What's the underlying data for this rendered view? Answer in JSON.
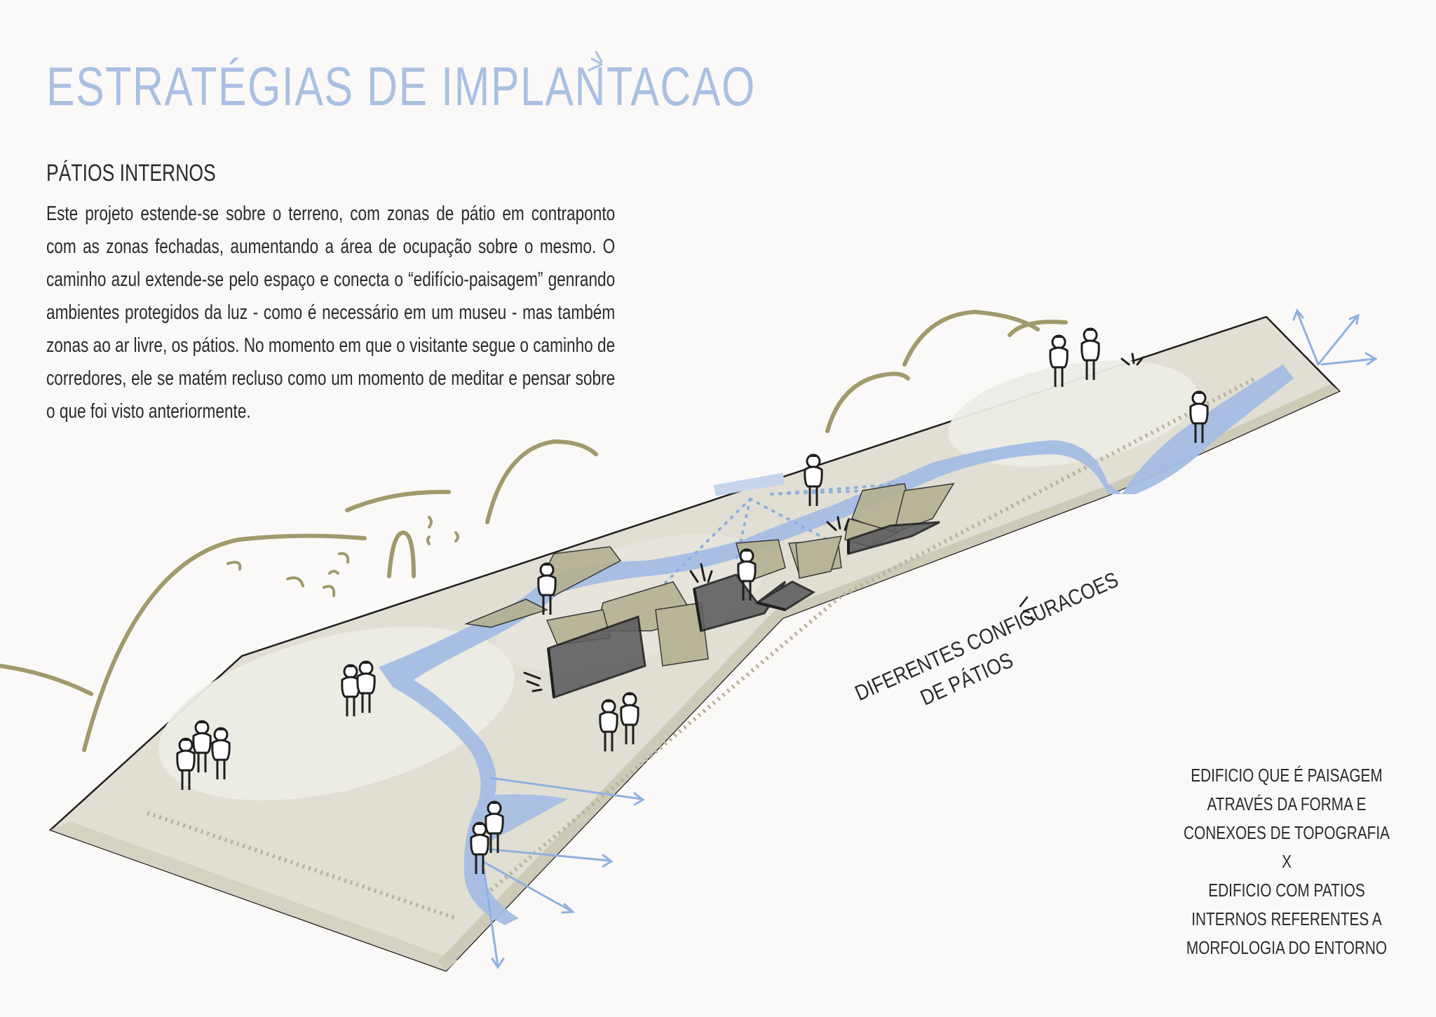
{
  "title": "ESTRATÉGIAS DE IMPLANTACAO",
  "section": {
    "heading": "PÁTIOS INTERNOS",
    "body": "Este projeto estende-se sobre o terreno, com zonas de pátio em contraponto com as zonas fechadas, aumentando a área de ocupação sobre o mesmo. O caminho azul extende-se pelo espaço e conecta o “edifício-paisagem” genrando ambientes protegidos da luz - como é necessário em um museu - mas também zonas ao ar livre, os pátios. No momento em que o visitante segue o caminho de corredores, ele se matém recluso como um momento de meditar e pensar sobre o que foi visto anteriormente."
  },
  "annotation": {
    "line1": "DIFERENTES CONFIGURACOES",
    "line2": "DE PÁTIOS"
  },
  "caption": {
    "lines": [
      "EDIFICIO QUE É PAISAGEM",
      "ATRAVÉS DA FORMA E",
      "CONEXOES DE TOPOGRAFIA",
      "X",
      "EDIFICIO COM PATIOS",
      "INTERNOS REFERENTES A",
      "MORFOLOGIA DO ENTORNO"
    ]
  },
  "colors": {
    "title": "#a9c0e3",
    "path_blue": "#a4bde4",
    "hills_olive": "#a09a6c",
    "terrain": "#e3e1d6",
    "dark_building": "#5c5c5e"
  }
}
